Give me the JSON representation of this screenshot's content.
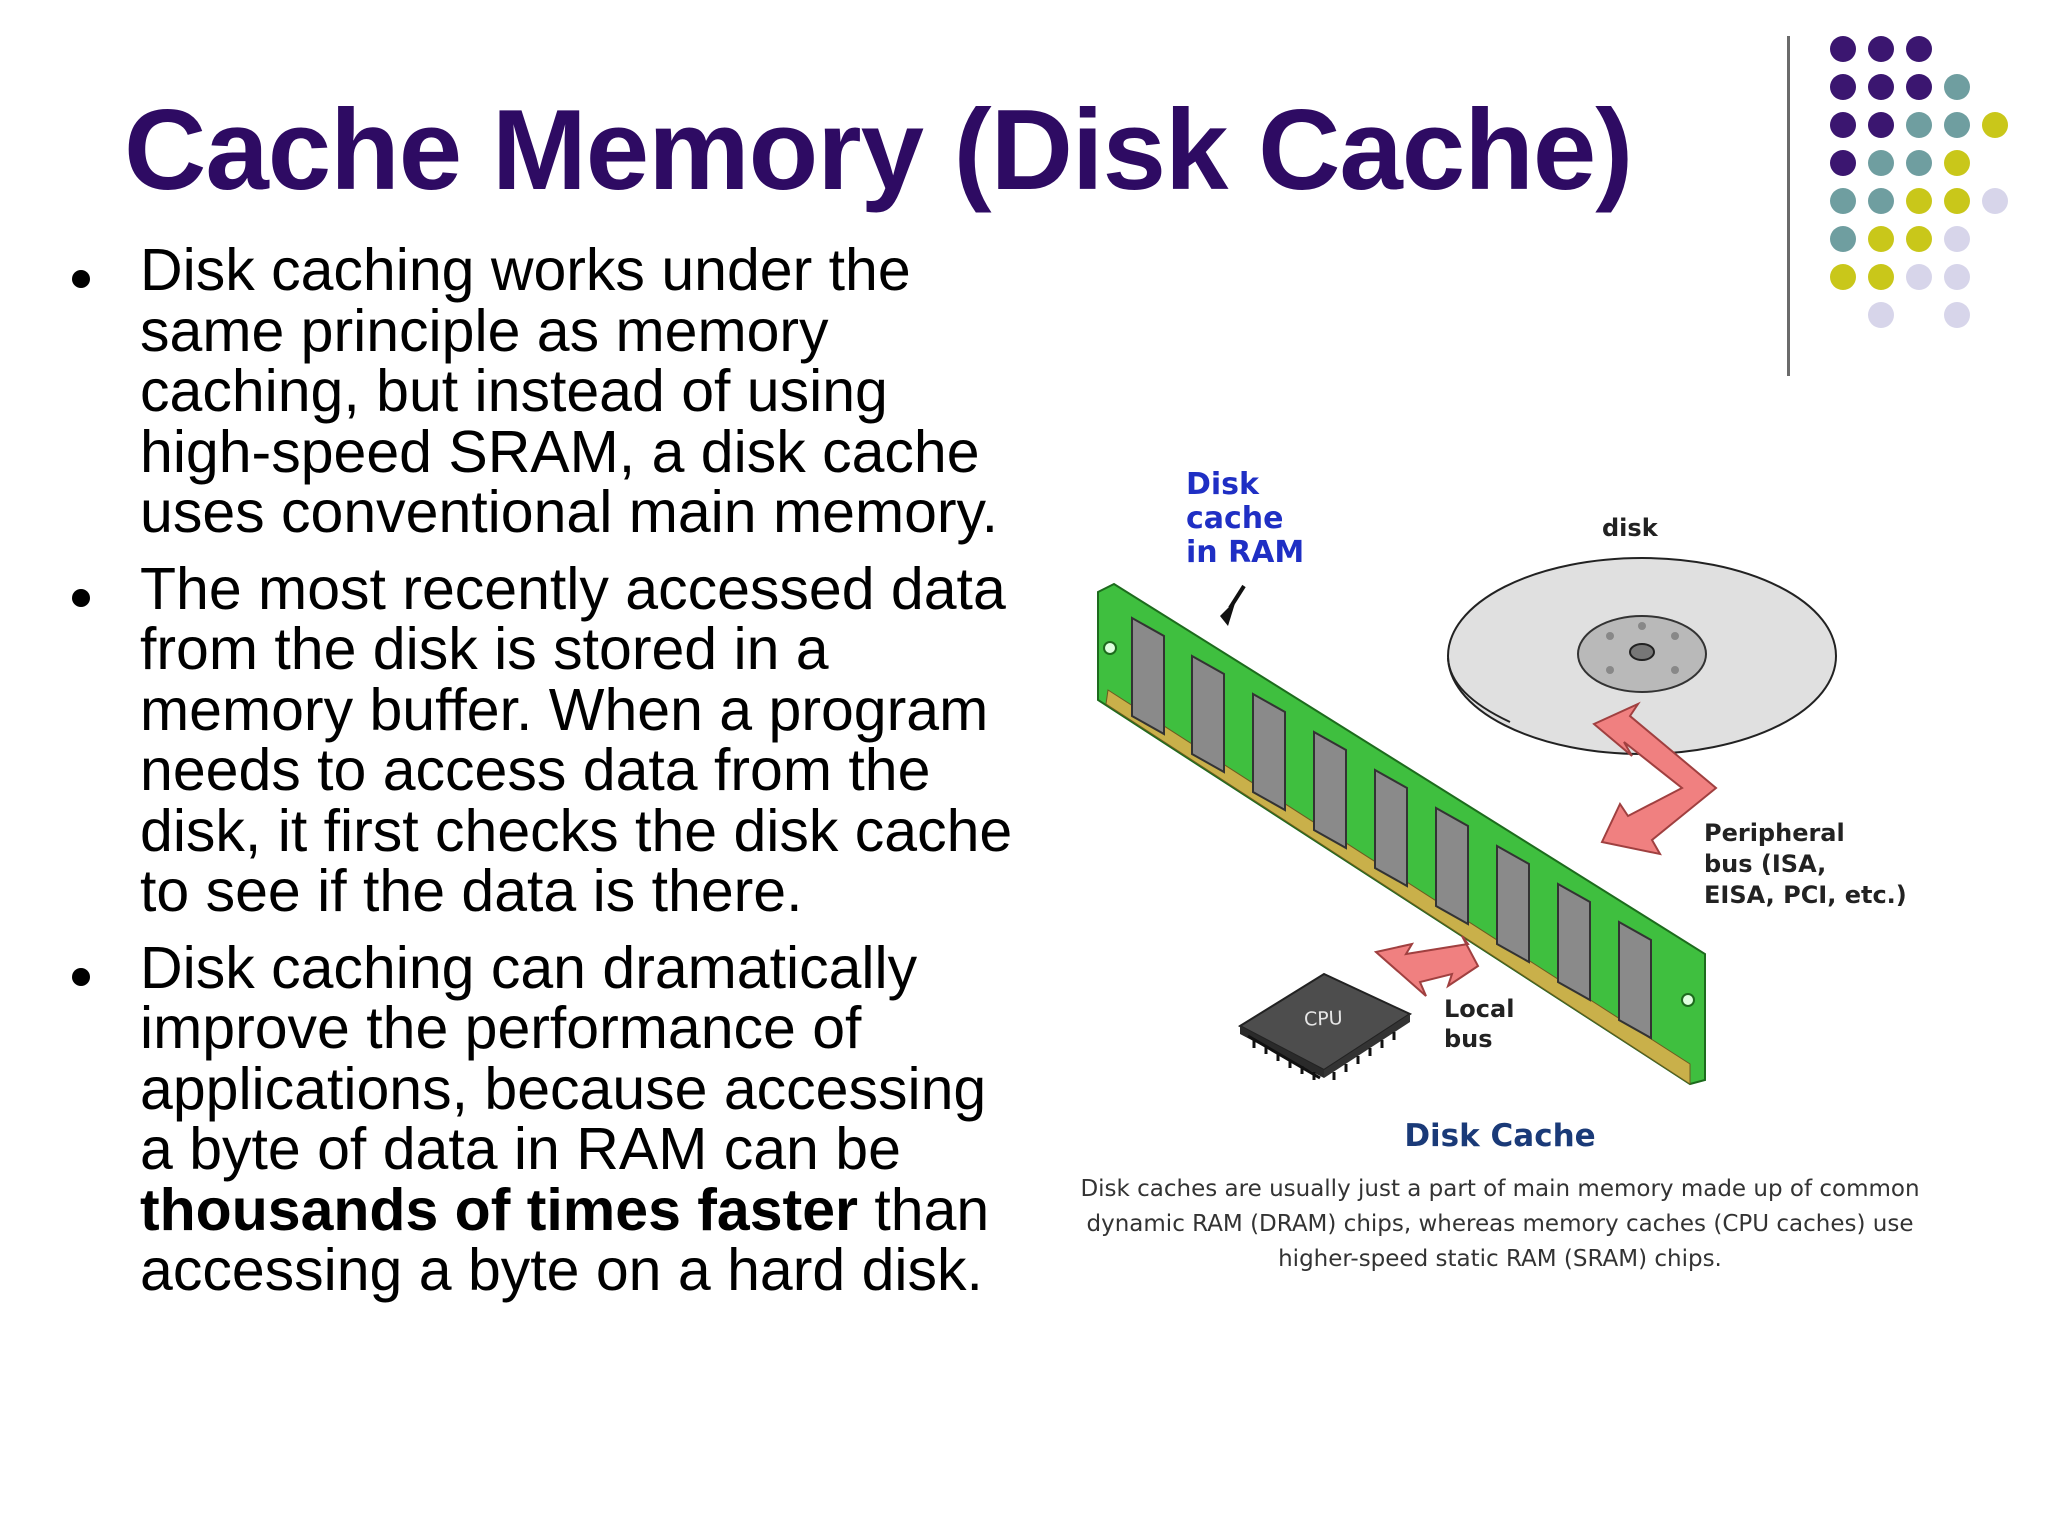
{
  "slide": {
    "title": "Cache Memory (Disk Cache)",
    "bullets": [
      {
        "text": "Disk caching works under the same principle as memory caching, but instead of using high-speed SRAM, a disk cache uses conventional main memory."
      },
      {
        "text": "The most recently accessed data from the disk is stored in a memory buffer. When a program needs to access data from the disk, it first checks the disk cache to see if the data is there."
      },
      {
        "text_before": "Disk caching can dramatically improve the performance of applications, because accessing a byte of data in RAM can be ",
        "text_bold": "thousands of times faster",
        "text_after": " than accessing a byte on a hard disk."
      }
    ]
  },
  "diagram": {
    "label_cache_line1": "Disk",
    "label_cache_line2": "cache",
    "label_cache_line3": "in RAM",
    "label_disk": "disk",
    "label_peripheral_line1": "Peripheral",
    "label_peripheral_line2": "bus (ISA,",
    "label_peripheral_line3": "EISA, PCI, etc.)",
    "label_local_line1": "Local",
    "label_local_line2": "bus",
    "label_cpu": "CPU",
    "caption_title": "Disk Cache",
    "caption_text": "Disk caches are usually just a part of main memory made up of common dynamic RAM (DRAM) chips, whereas memory caches (CPU caches) use higher-speed static RAM (SRAM) chips."
  },
  "colors": {
    "title": "#2e0b63",
    "dot_purple": "#3b1670",
    "dot_teal": "#6f9ea0",
    "dot_olive": "#c9c71a",
    "dot_lavender": "#d7d5ea",
    "ram_board": "#3fbf3f",
    "arrow": "#f08080",
    "cache_label": "#1f2fc4",
    "caption_title": "#1a3a78"
  }
}
